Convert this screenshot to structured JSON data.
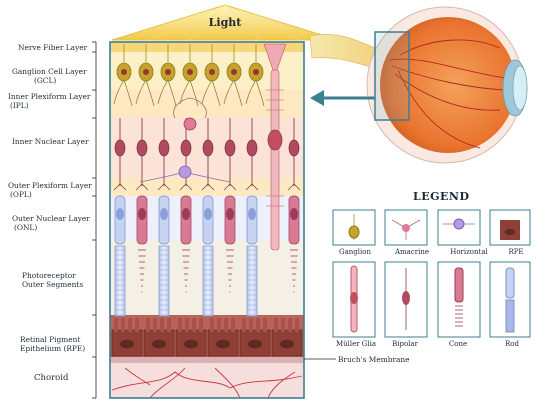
{
  "title": "Light",
  "layers": {
    "nfl": "Nerve Fiber Layer",
    "gcl_1": "Ganglion Cell Layer",
    "gcl_2": "(GCL)",
    "ipl_1": "Inner Plexiform Layer",
    "ipl_2": "(IPL)",
    "inl": "Inner Nuclear Layer",
    "opl_1": "Outer Plexiform Layer",
    "opl_2": "(OPL)",
    "onl_1": "Outer Nuclear Layer",
    "onl_2": "(ONL)",
    "pos_1": "Photoreceptor",
    "pos_2": "Outer Segments",
    "rpe_1": "Retinal Pigment",
    "rpe_2": "Epithelium (RPE)",
    "choroid": "Choroid"
  },
  "bruch": "Bruch's Membrane",
  "legend": {
    "title": "LEGEND",
    "items": [
      "Ganglion",
      "Amacrine",
      "Horizontal",
      "RPE",
      "Müller Glia",
      "Bipolar",
      "Cone",
      "Rod"
    ]
  },
  "colors": {
    "frame": "#3c7f8f",
    "ganglion": "#8a7a1e",
    "bipolar": "#8e3b4c",
    "cone": "#9e3a5a",
    "rod": "#8aa0d8",
    "horizontal": "#9a7cc9",
    "rpe": "#7a3b2e",
    "choroid": "#f6dede"
  }
}
